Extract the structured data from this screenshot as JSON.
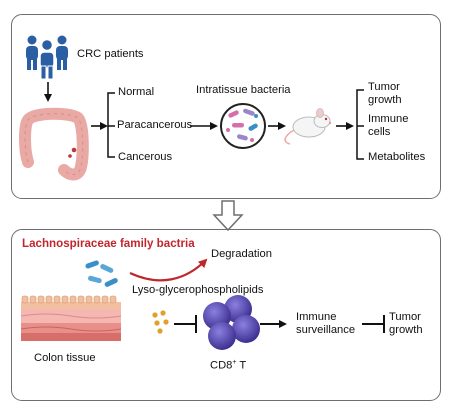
{
  "top": {
    "patients_label": "CRC patients",
    "samples": [
      "Normal",
      "Paracancerous",
      "Cancerous"
    ],
    "bacteria_label": "Intratissue bacteria",
    "outcomes": [
      "Tumor growth",
      "Immune cells",
      "Metabolites"
    ]
  },
  "bottom": {
    "family_label": "Lachnospiraceae family bactria",
    "degradation_label": "Degradation",
    "lipid_label": "Lyso-glycerophospholipids",
    "tissue_label": "Colon tissue",
    "cell_label_main": "CD8",
    "cell_label_sup": "+",
    "cell_label_tail": " T",
    "immune_label": "Immune surveillance",
    "tumor_label": "Tumor growth"
  },
  "colors": {
    "border": "#6e6e6e",
    "people": "#2b5fa3",
    "colon": "#e9a9a4",
    "bacteria_pink": "#d66fa9",
    "bacteria_purple": "#9a86c9",
    "bacteria_blue": "#3b8fc8",
    "curve_red": "#c0272d",
    "dots": "#e0a02a",
    "cd8": "#5a4fb8"
  }
}
